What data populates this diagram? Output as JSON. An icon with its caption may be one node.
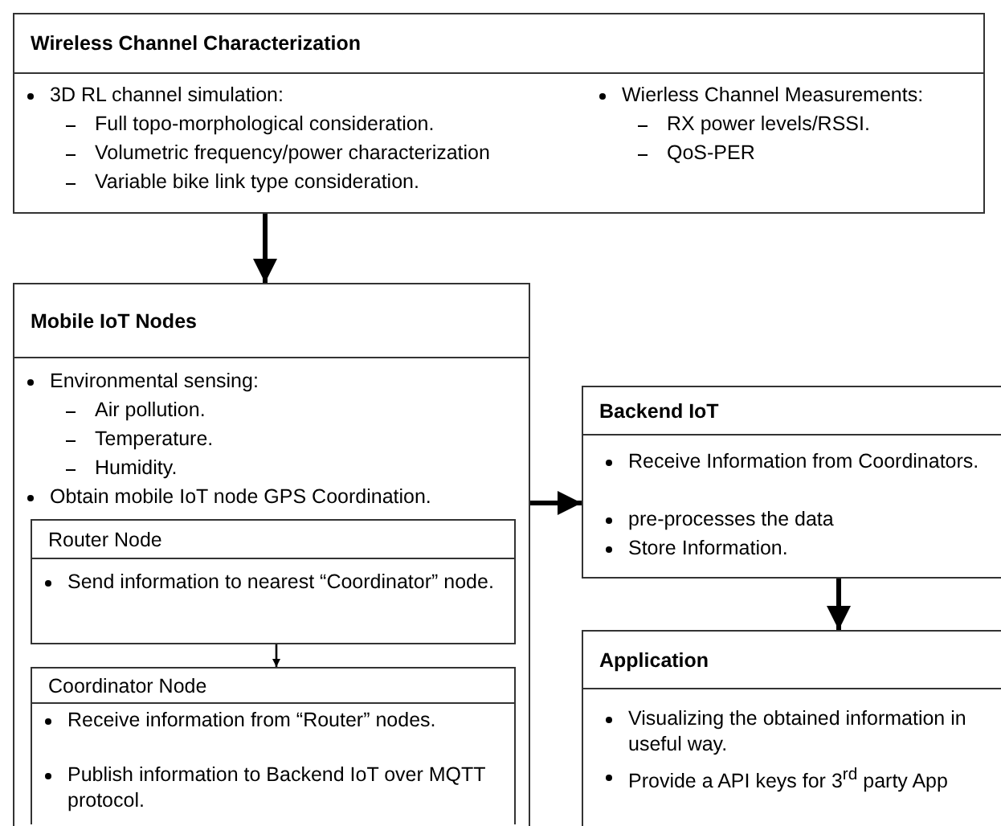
{
  "diagram": {
    "nodes": [
      {
        "text": [
          "Wireless Channel Characterization",
          "3D RL channel simulation:",
          "Full topo-morphological consideration.",
          "Volumetric frequency/power characterization",
          "Variable bike link type consideration.",
          "Wierless Channel Measurements:",
          "RX power levels/RSSI.",
          "QoS-PER"
        ]
      },
      {
        "text": [
          "Mobile IoT Nodes",
          "Environmental sensing:",
          "Air pollution.",
          "Temperature.",
          "Humidity.",
          "Obtain mobile IoT node GPS Coordination."
        ]
      },
      {
        "text": [
          "Router Node",
          "Send information to nearest “Coordinator” node."
        ],
        "in": 1
      },
      {
        "text": [
          "Coordinator Node",
          "Receive information from “Router” nodes.",
          "Publish information to Backend IoT over MQTT protocol."
        ],
        "in": 1
      },
      {
        "text": [
          "Backend IoT",
          "Receive Information from Coordinators.",
          "pre-processes the data",
          "Store Information."
        ]
      },
      {
        "text": [
          "Application",
          "Visualizing the obtained information in useful way.",
          "Provide a API keys for 3$^{rd}$ party App"
        ]
      }
    ],
    "edges": [
      {
        "from": 0,
        "to": 1,
        "arrow": "to"
      },
      {
        "from": 1,
        "to": 4,
        "arrow": "to"
      },
      {
        "from": 2,
        "to": 3,
        "arrow": "to"
      },
      {
        "from": 4,
        "to": 5,
        "arrow": "to"
      }
    ]
  }
}
